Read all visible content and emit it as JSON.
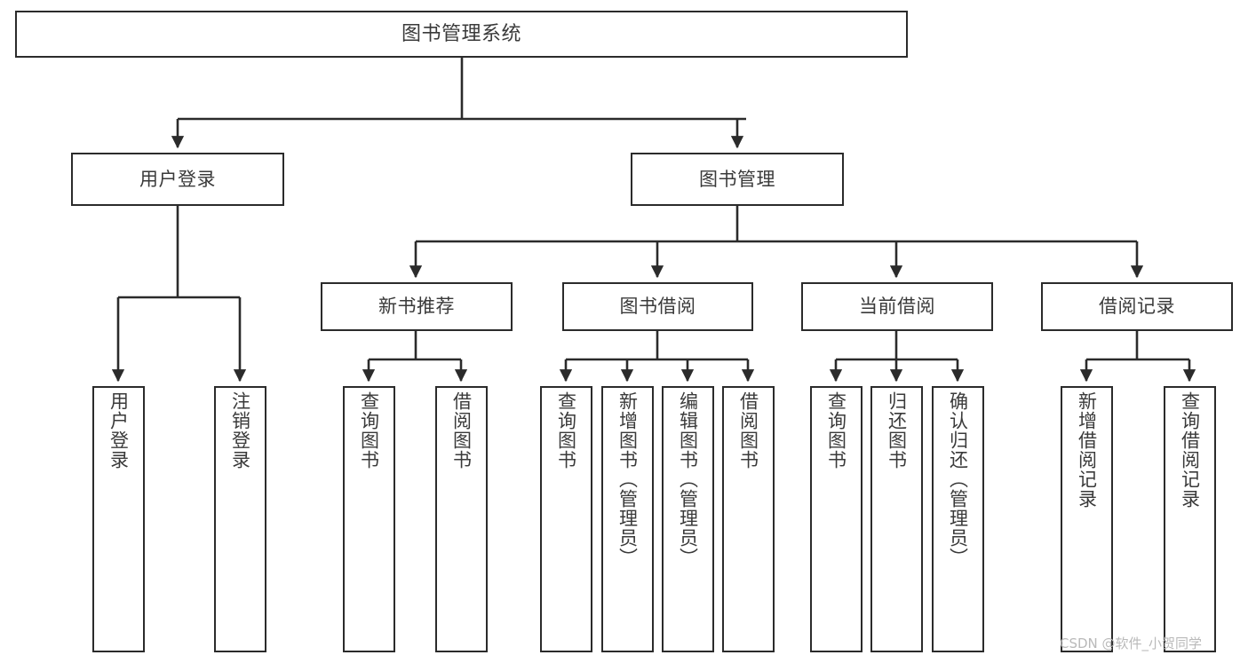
{
  "diagram": {
    "title": "图书管理系统",
    "type": "hierarchy-tree",
    "line_color": "#2b2b2b",
    "text_color": "#3a3a3a",
    "background": "#ffffff"
  },
  "nodes": {
    "root": {
      "label": "图书管理系统"
    },
    "level2": [
      {
        "id": "user-login",
        "label": "用户登录"
      },
      {
        "id": "book-manage",
        "label": "图书管理"
      }
    ],
    "level3": [
      {
        "id": "new-book-recommend",
        "label": "新书推荐"
      },
      {
        "id": "book-borrow",
        "label": "图书借阅"
      },
      {
        "id": "current-borrow",
        "label": "当前借阅"
      },
      {
        "id": "borrow-record",
        "label": "借阅记录"
      }
    ],
    "leaves": {
      "user_login": [
        {
          "id": "leaf-user-login",
          "label": "用户登录"
        },
        {
          "id": "leaf-logout-login",
          "label": "注销登录"
        }
      ],
      "new_book_recommend": [
        {
          "id": "leaf-query-book-1",
          "label": "查询图书"
        },
        {
          "id": "leaf-borrow-book-1",
          "label": "借阅图书"
        }
      ],
      "book_borrow": [
        {
          "id": "leaf-query-book-2",
          "label": "查询图书"
        },
        {
          "id": "leaf-add-book",
          "label": "新增图书（管理员）"
        },
        {
          "id": "leaf-edit-book",
          "label": "编辑图书（管理员）"
        },
        {
          "id": "leaf-borrow-book-2",
          "label": "借阅图书"
        }
      ],
      "current_borrow": [
        {
          "id": "leaf-query-book-3",
          "label": "查询图书"
        },
        {
          "id": "leaf-return-book",
          "label": "归还图书"
        },
        {
          "id": "leaf-confirm-return",
          "label": "确认归还（管理员）"
        }
      ],
      "borrow_record": [
        {
          "id": "leaf-add-record",
          "label": "新增借阅记录"
        },
        {
          "id": "leaf-query-record",
          "label": "查询借阅记录"
        }
      ]
    }
  },
  "watermark": {
    "text": "CSDN @软件_小贺同学"
  }
}
